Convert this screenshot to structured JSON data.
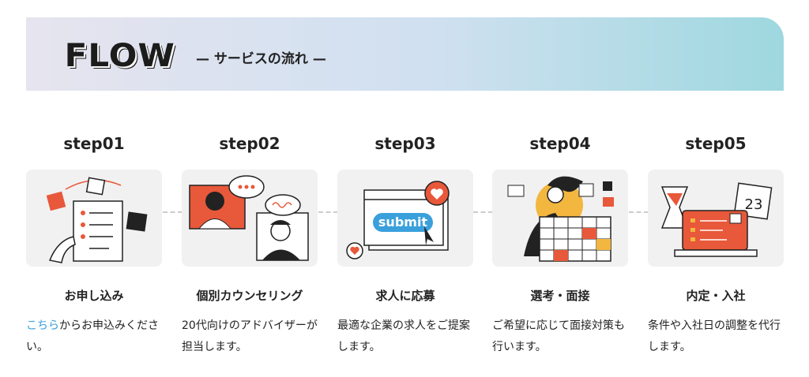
{
  "header": {
    "logo": "FLOW",
    "subtitle": "— サービスの流れ —"
  },
  "steps": [
    {
      "label": "step01",
      "title": "お申し込み",
      "link": "こちら",
      "desc": "からお申込みください。"
    },
    {
      "label": "step02",
      "title": "個別カウンセリング",
      "desc": "20代向けのアドバイザーが担当します。"
    },
    {
      "label": "step03",
      "title": "求人に応募",
      "desc": "最適な企業の求人をご提案します。",
      "illustration_text": "submit"
    },
    {
      "label": "step04",
      "title": "選考・面接",
      "desc": "ご希望に応じて面接対策も行います。"
    },
    {
      "label": "step05",
      "title": "内定・入社",
      "desc": "条件や入社日の調整を代行します。",
      "illustration_text": "23"
    }
  ],
  "colors": {
    "accent": "#e8583a",
    "link": "#3aa0dc",
    "yellow": "#f3b63f",
    "blue": "#3aa0dc"
  }
}
